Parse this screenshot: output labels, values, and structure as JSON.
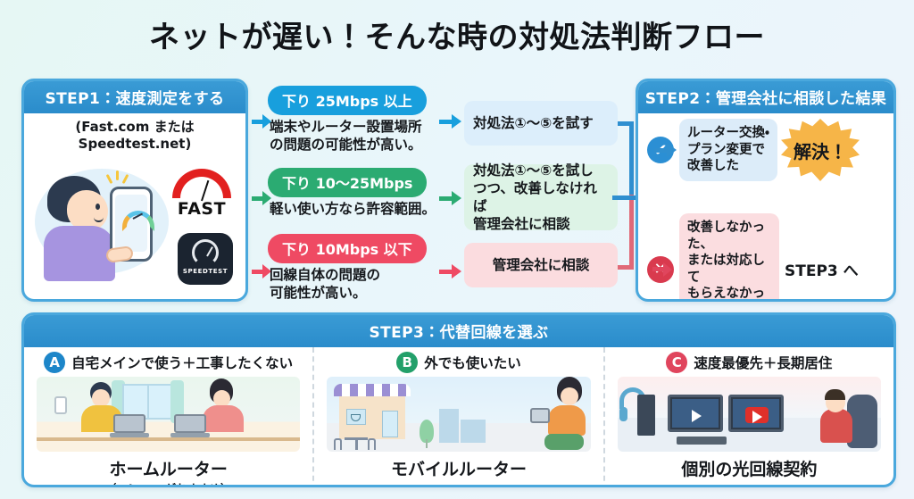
{
  "title": "ネットが遅い！そんな時の対処法判断フロー",
  "step1": {
    "header": "STEP1：速度測定をする",
    "subtitle_line1": "(Fast.com または",
    "subtitle_line2": "Speedtest.net)",
    "logo_fast": "FAST",
    "logo_speedtest": "SPEEDTEST"
  },
  "branches": [
    {
      "badge": "下り 25Mbps 以上",
      "badge_color": "#189fdd",
      "desc_line1": "端末やルーター設置場所",
      "desc_line2": "の問題の可能性が高い。",
      "action_line1": "対処法①〜⑤を試す",
      "action_line2": "",
      "action_line3": "",
      "action_color": "#dceefb"
    },
    {
      "badge": "下り 10〜25Mbps",
      "badge_color": "#2bab72",
      "desc_line1": "軽い使い方なら許容範囲。",
      "desc_line2": "",
      "action_line1": "対処法①〜⑤を試し",
      "action_line2": "つつ、改善しなければ",
      "action_line3": "管理会社に相談",
      "action_color": "#ddf3e6"
    },
    {
      "badge": "下り 10Mbps 以下",
      "badge_color": "#ef4a63",
      "desc_line1": "回線自体の問題の",
      "desc_line2": "可能性が高い。",
      "action_line1": "管理会社に相談",
      "action_line2": "",
      "action_line3": "",
      "action_color": "#fbdcdf"
    }
  ],
  "step2": {
    "header": "STEP2：管理会社に相談した結果",
    "ok_mark": "✔",
    "ok_line1": "ルーター交換・",
    "ok_line2": "プラン変更で",
    "ok_line3": "改善した",
    "ok_result": "解決！",
    "ng_mark": "✕",
    "ng_line1": "改善しなかった、",
    "ng_line2": "または対応して",
    "ng_line3": "もらえなかった",
    "ng_result": "STEP3 へ"
  },
  "step3": {
    "header": "STEP3：代替回線を選ぶ",
    "options": [
      {
        "key": "A",
        "condition": "自宅メインで使う＋工事したくない",
        "name": "ホームルーター",
        "note": "（WiMAX がおすすめ）",
        "color": "#1d86c9"
      },
      {
        "key": "B",
        "condition": "外でも使いたい",
        "name": "モバイルルーター",
        "note": "",
        "color": "#23a06a"
      },
      {
        "key": "C",
        "condition": "速度最優先＋長期居住",
        "name": "個別の光回線契約",
        "note": "",
        "color": "#e0455d"
      }
    ]
  }
}
